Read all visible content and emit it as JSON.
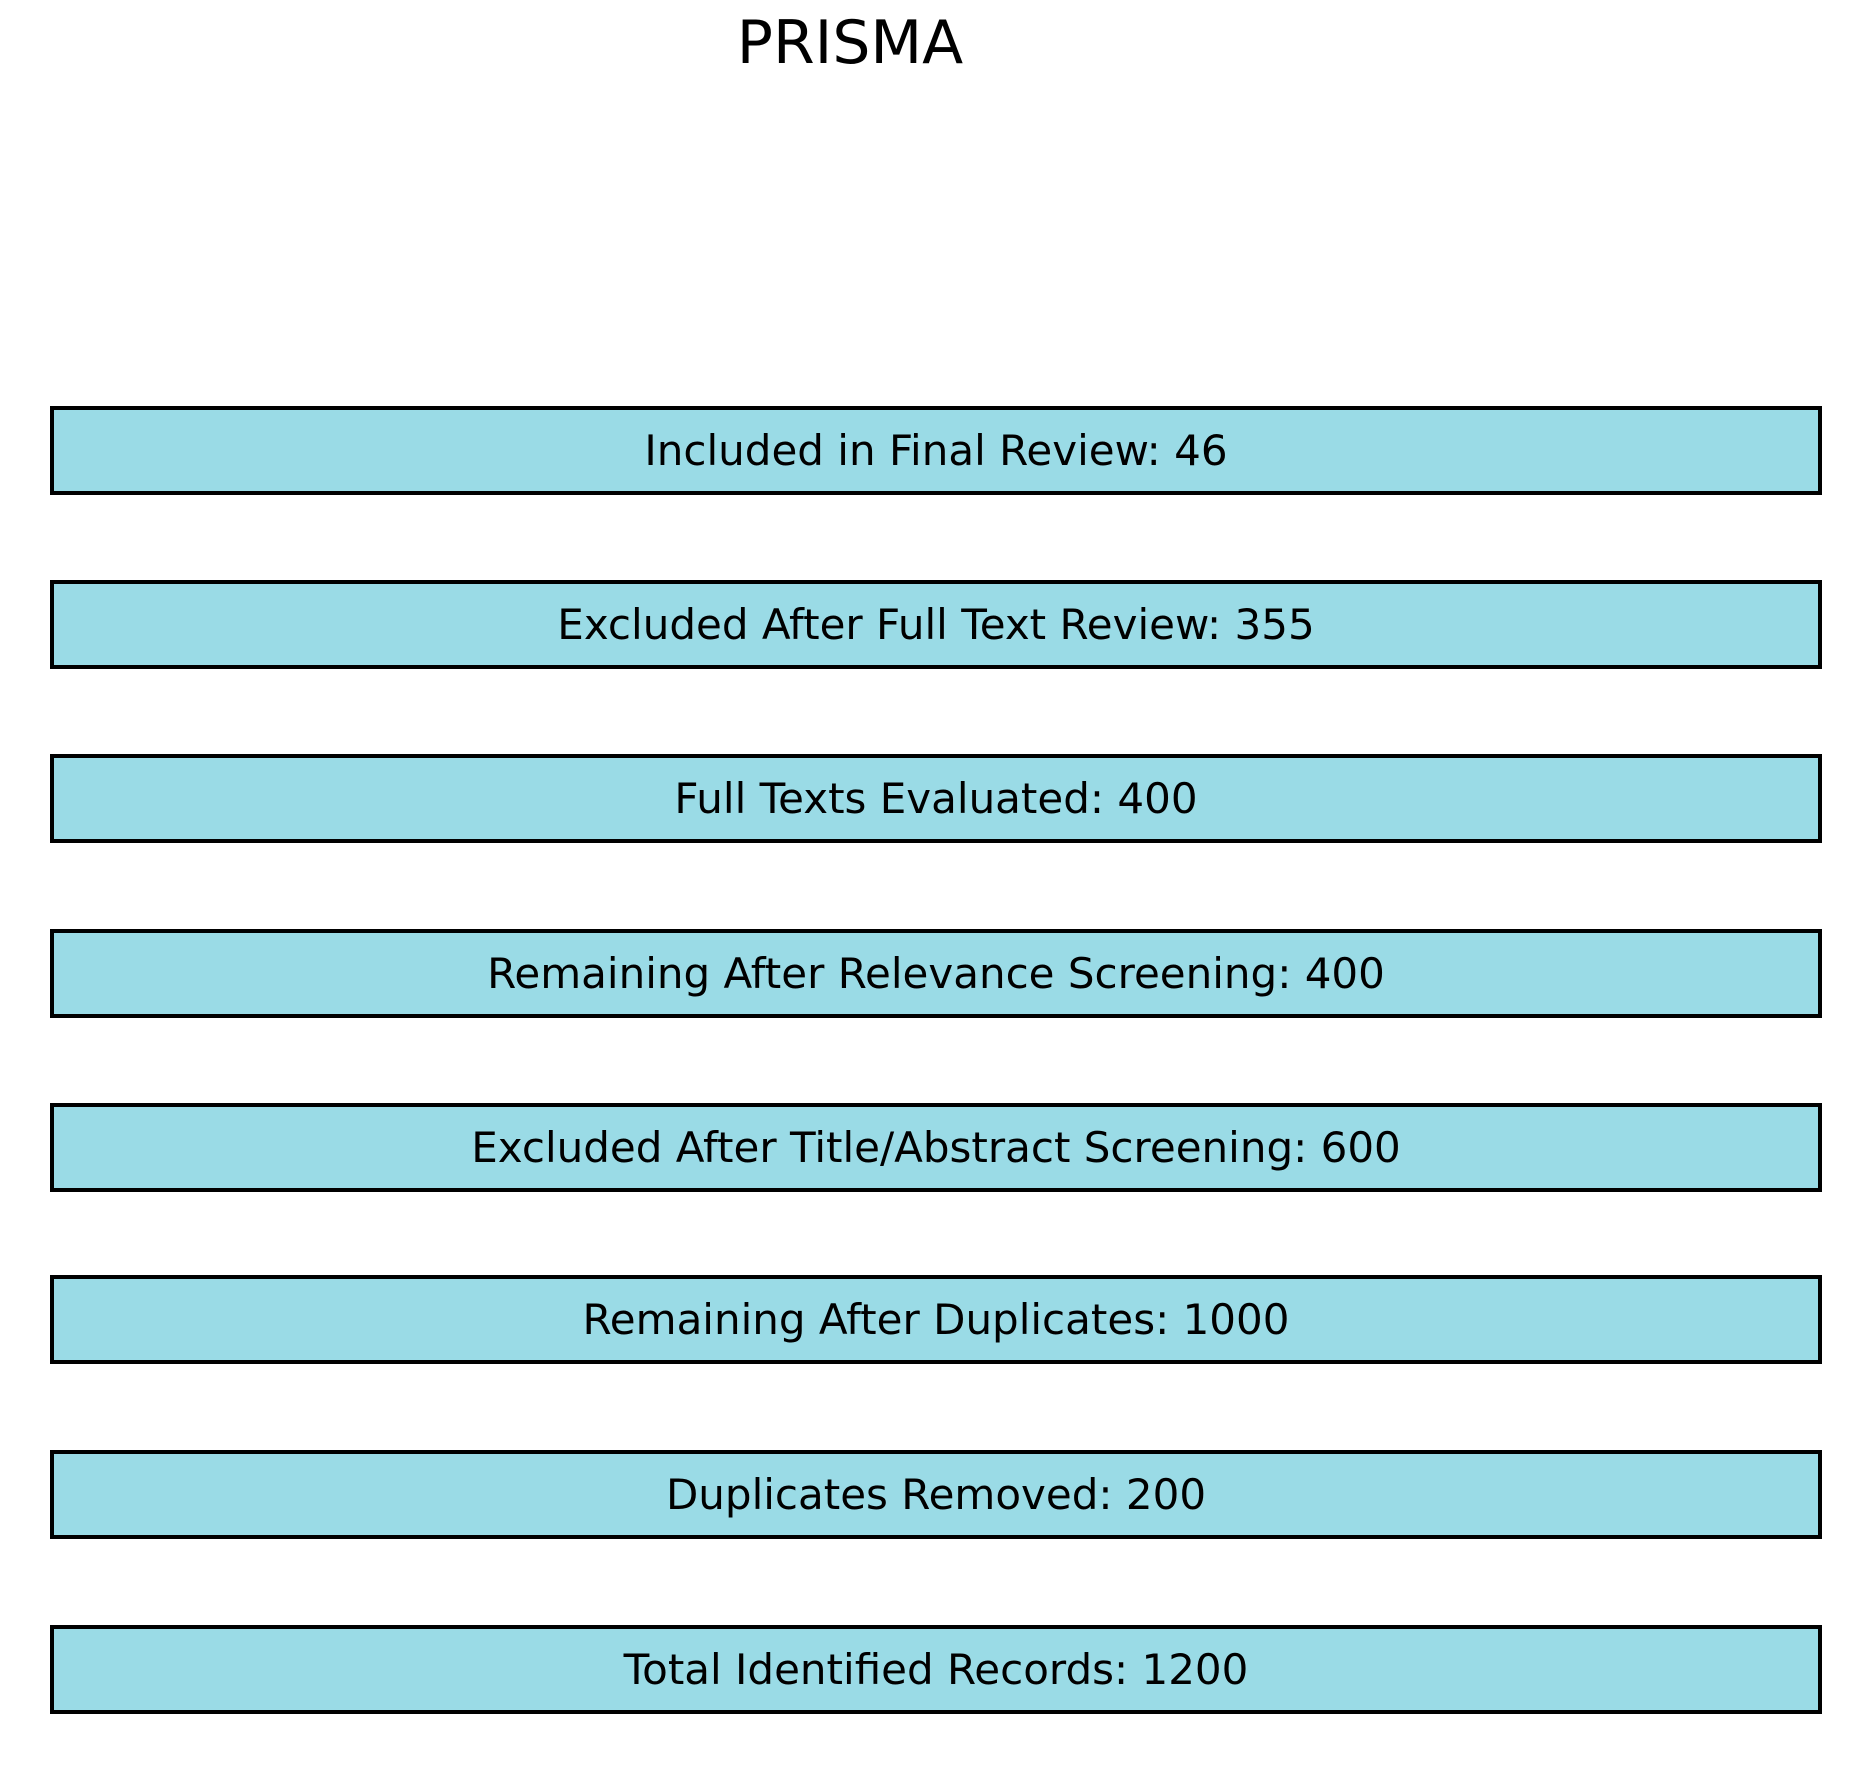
{
  "title": "PRISMA",
  "colors": {
    "box_fill": "#9ADBE6",
    "box_border": "#000000",
    "text": "#000000",
    "background": "#FFFFFF"
  },
  "stages": [
    {
      "name": "included-final-review",
      "label": "Included in Final Review",
      "value": 46,
      "text": "Included in Final Review: 46"
    },
    {
      "name": "excluded-full-text-review",
      "label": "Excluded After Full Text Review",
      "value": 355,
      "text": "Excluded After Full Text Review: 355"
    },
    {
      "name": "full-texts-evaluated",
      "label": "Full Texts Evaluated",
      "value": 400,
      "text": "Full Texts Evaluated: 400"
    },
    {
      "name": "remaining-relevance-screening",
      "label": "Remaining After Relevance Screening",
      "value": 400,
      "text": "Remaining After Relevance Screening: 400"
    },
    {
      "name": "excluded-title-abstract",
      "label": "Excluded After Title/Abstract Screening",
      "value": 600,
      "text": "Excluded After Title/Abstract Screening: 600"
    },
    {
      "name": "remaining-after-duplicates",
      "label": "Remaining After Duplicates",
      "value": 1000,
      "text": "Remaining After Duplicates: 1000"
    },
    {
      "name": "duplicates-removed",
      "label": "Duplicates Removed",
      "value": 200,
      "text": "Duplicates Removed: 200"
    },
    {
      "name": "total-identified-records",
      "label": "Total Identified Records",
      "value": 1200,
      "text": "Total Identified Records: 1200"
    }
  ]
}
